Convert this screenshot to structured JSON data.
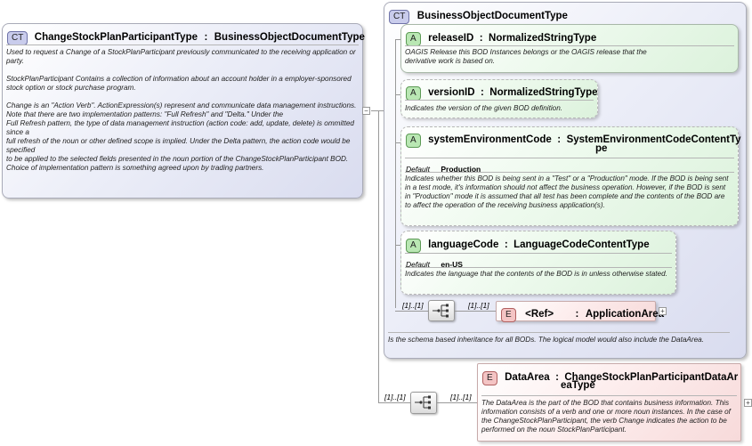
{
  "root": {
    "badge": "CT",
    "name": "ChangeStockPlanParticipantType",
    "base": "BusinessObjectDocumentType",
    "description": "Used to request a Change of a StockPlanParticipant previously communicated to the receiving application or party.\n\nStockPlanParticipant  Contains a collection of information about an account holder in a employer-sponsored stock option or stock purchase program.\n\nChange is an \"Action Verb\". ActionExpression(s) represent and communicate data management instructions.  Note that there are two implementation patterns: \"Full Refresh\" and \"Delta.\" Under the\nFull Refresh pattern, the type of data management instruction (action code: add, update, delete) is ommitted since a\nfull refresh of the noun or other defined scope is implied. Under the  Delta pattern, the action code would be specified\nto be applied to the selected fields presented in the noun portion of the ChangeStockPlanParticipant BOD.\nChoice of implementation pattern is something agreed upon by trading partners."
  },
  "base_type": {
    "badge": "CT",
    "name": "BusinessObjectDocumentType",
    "description": "Is the schema based inheritance for all BODs. The logical model would also include the DataArea."
  },
  "attributes": [
    {
      "badge": "A",
      "name": "releaseID",
      "type": "NormalizedStringType",
      "description": "OAGIS Release this BOD Instances belongs or the OAGIS release that the derivative work is based on."
    },
    {
      "badge": "A",
      "name": "versionID",
      "type": "NormalizedStringType",
      "description": "Indicates the version of the given BOD definition."
    },
    {
      "badge": "A",
      "name": "systemEnvironmentCode",
      "type_line1": "SystemEnvironmentCodeContentTy",
      "type_line2": "pe",
      "default_label": "Default",
      "default_value": "Production",
      "description": "Indicates whether this BOD is being sent in a \"Test\" or a \"Production\" mode. If the BOD is being sent in a test mode, it's information should not affect the business operation. However, if the BOD is sent in \"Production\" mode it is assumed that all test has been complete and the contents of the BOD are to affect the operation of the receiving business application(s)."
    },
    {
      "badge": "A",
      "name": "languageCode",
      "type": "LanguageCodeContentType",
      "default_label": "Default",
      "default_value": "en-US",
      "description": "Indicates the language that the contents of the BOD is in unless otherwise stated."
    }
  ],
  "application_area": {
    "badge": "E",
    "ref_label": "<Ref>",
    "name": "ApplicationArea",
    "mult_seq": "[1]..[1]",
    "mult_elem": "[1]..[1]"
  },
  "data_area": {
    "badge": "E",
    "name": "DataArea",
    "type_line1": "ChangeStockPlanParticipantDataAr",
    "type_line2": "eaType",
    "mult_seq": "[1]..[1]",
    "mult_elem": "[1]..[1]",
    "description": "The DataArea is the part of the BOD that contains business information. This information consists of a verb and one or more noun instances. In the case of the ChangeStockPlanParticipant, the verb Change indicates the action to be performed on the noun StockPlanParticipant."
  },
  "symbols": {
    "colon": ":",
    "expander": "+",
    "collapser": "−"
  },
  "colors": {
    "complex_type": "#c9ccec",
    "attribute": "#b9e7b3",
    "element": "#f4c4c4",
    "connector": "#999999"
  }
}
